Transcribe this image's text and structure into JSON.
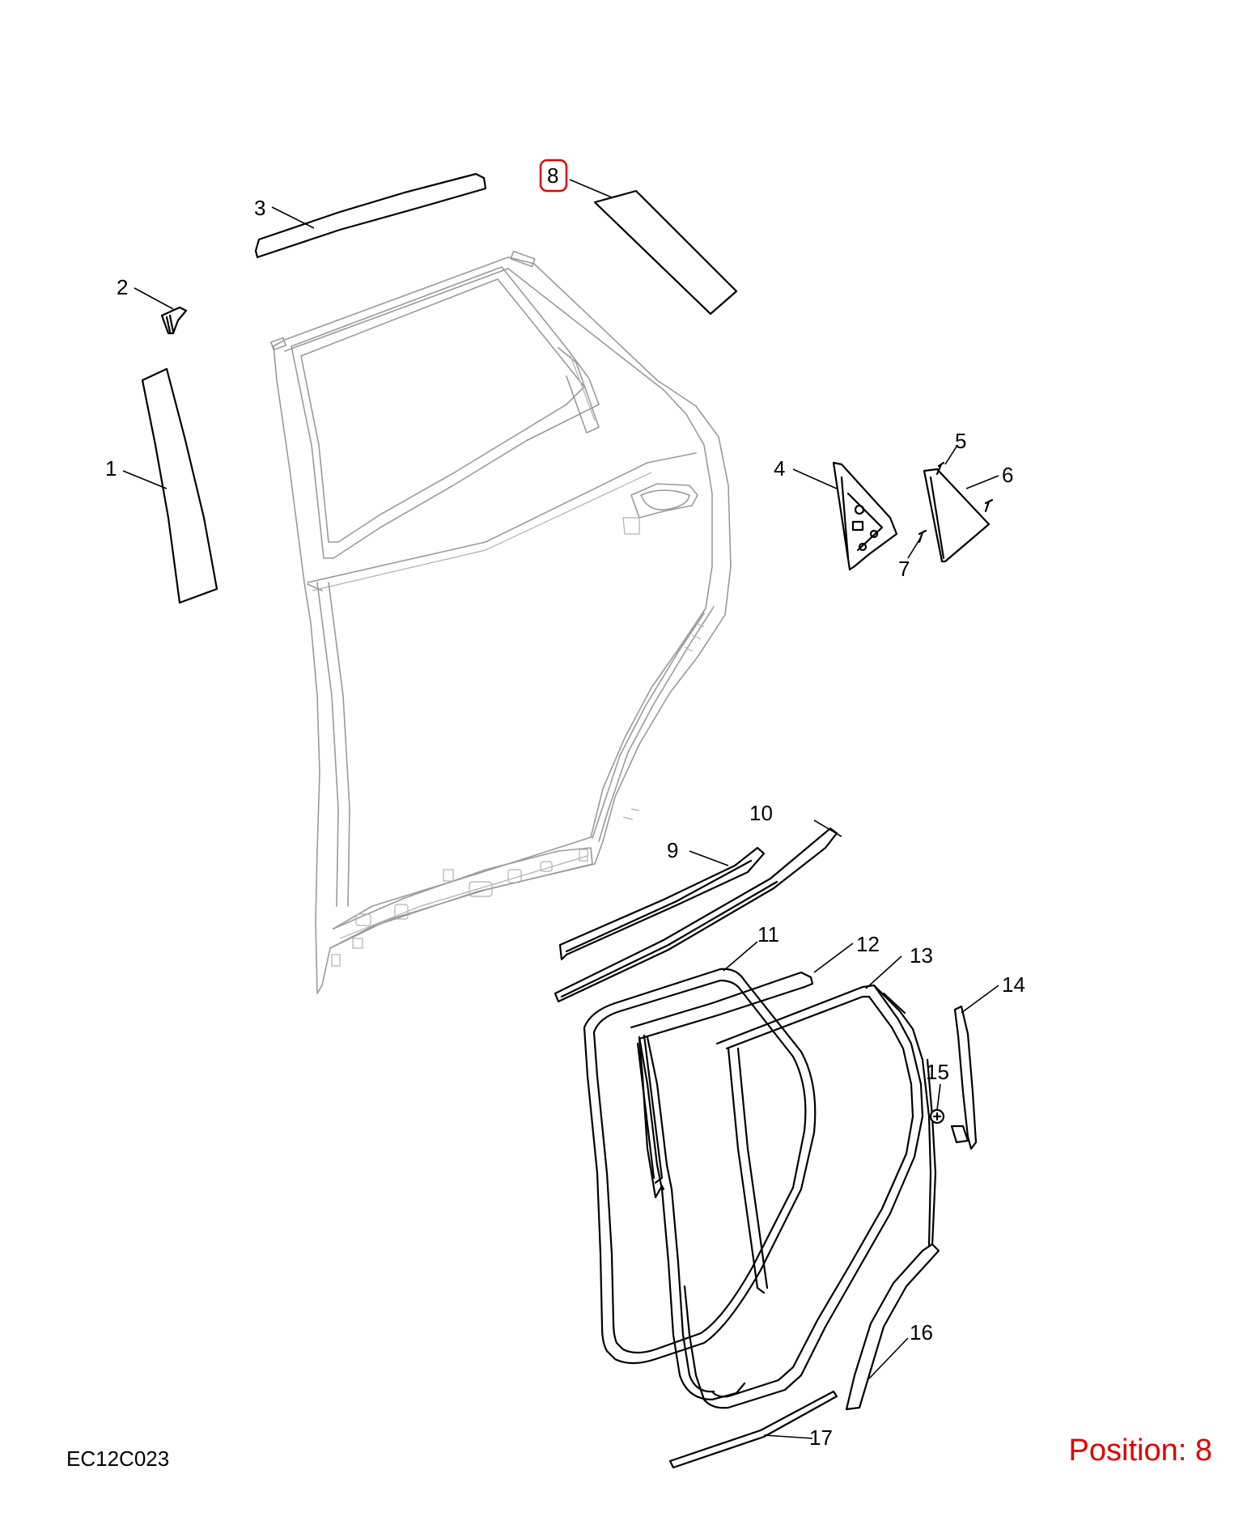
{
  "diagram": {
    "code": "EC12C023",
    "position_label": "Position: 8",
    "highlight_color": "#e00000",
    "highlighted_callout": "8",
    "callouts": [
      "1",
      "2",
      "3",
      "4",
      "5",
      "6",
      "7",
      "8",
      "9",
      "10",
      "11",
      "12",
      "13",
      "14",
      "15",
      "16",
      "17"
    ]
  }
}
